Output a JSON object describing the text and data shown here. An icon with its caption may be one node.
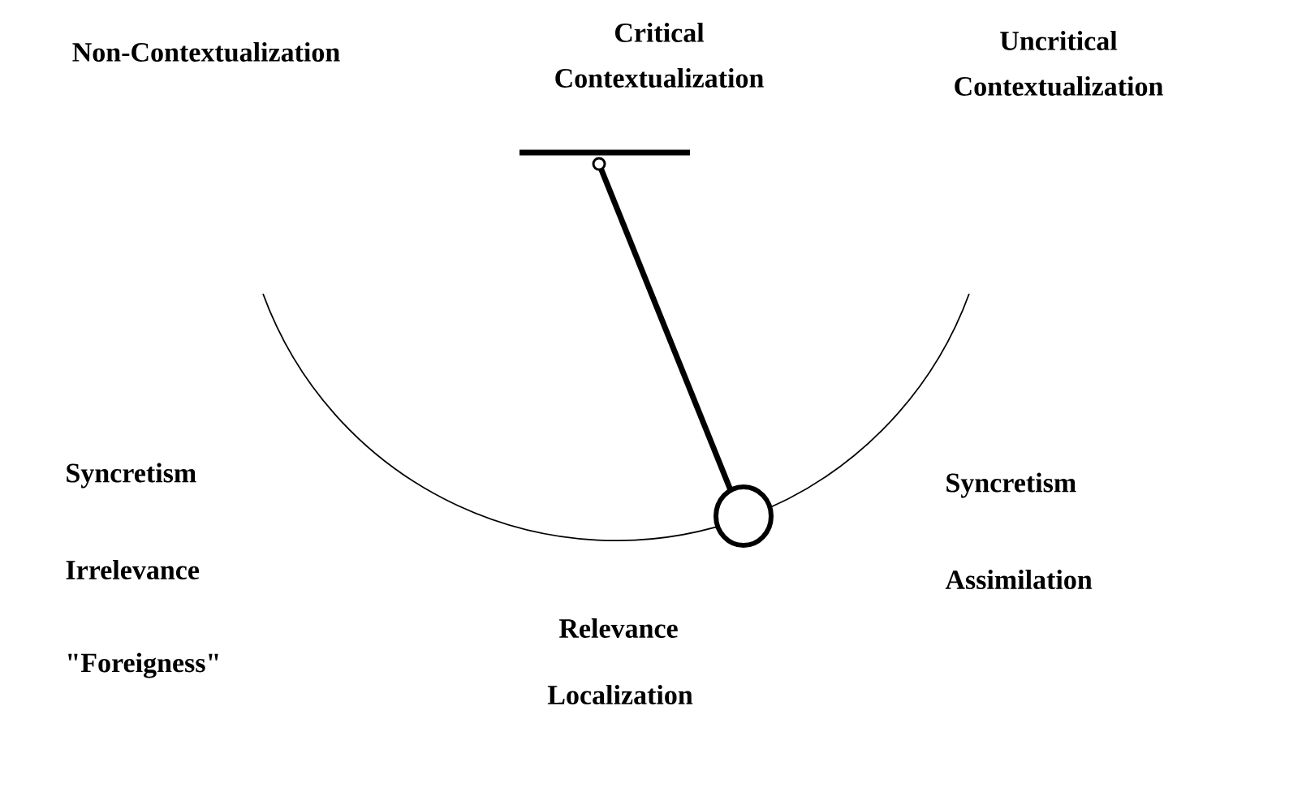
{
  "diagram": {
    "labels": [
      "Non-Contextualization",
      "Critical Contextualization",
      "Uncritical Contextualization",
      "Syncretism",
      "Irrelevance",
      "\"Foreigness\"",
      "Relevance",
      "Localization",
      "Syncretism",
      "Assimilation"
    ]
  }
}
